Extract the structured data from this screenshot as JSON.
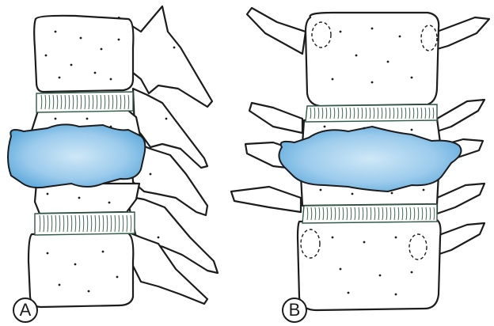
{
  "panels": [
    {
      "id": "A",
      "label": "A",
      "view": "lateral"
    },
    {
      "id": "B",
      "label": "B",
      "view": "anterior"
    }
  ],
  "colors": {
    "outline": "#1c1c1c",
    "disc": "#3d6b55",
    "lesion": "#5aa8db",
    "lesion_highlight": "#cfe8f7",
    "background": "#ffffff"
  }
}
